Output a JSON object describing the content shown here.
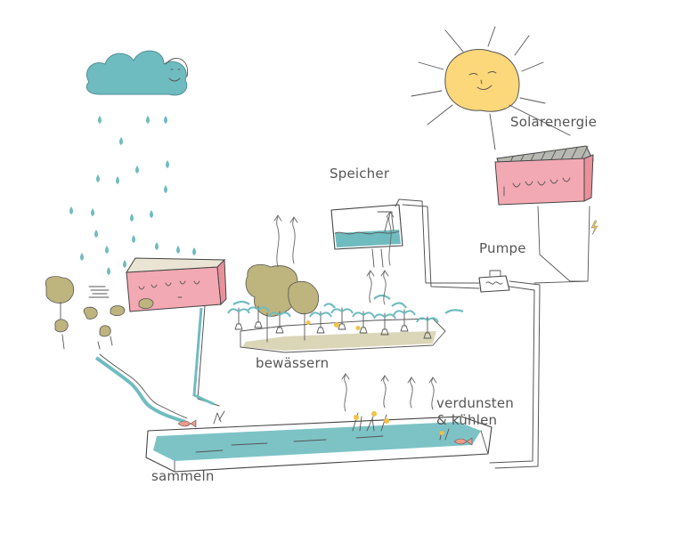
{
  "labels": {
    "solar": "Solarenergie",
    "storage": "Speicher",
    "pump": "Pumpe",
    "irrigate": "bewässern",
    "evaporate_line1": "verdunsten",
    "evaporate_line2": "& kühlen",
    "collect": "sammeln"
  },
  "colors": {
    "water": "#6fbcc0",
    "sun": "#fcd87a",
    "roof_pink": "#f3a9b3",
    "foliage": "#bdb47e",
    "panel_grey": "#b8b8b2",
    "flower": "#f0c34a",
    "fish": "#ef9a8a"
  }
}
